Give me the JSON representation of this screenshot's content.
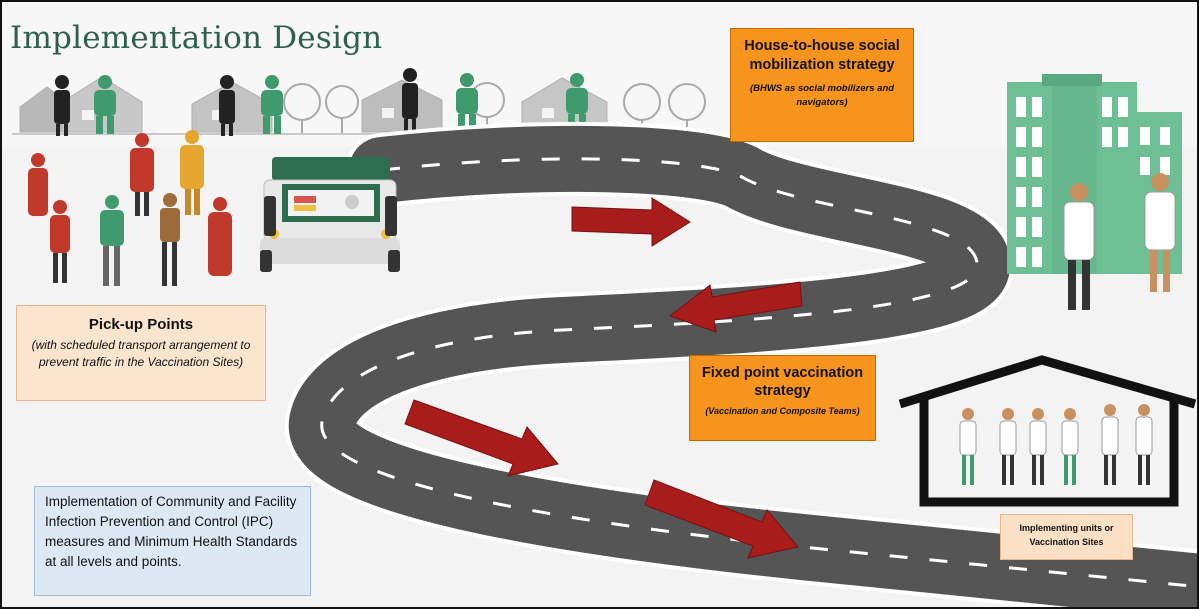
{
  "title": "Implementation Design",
  "house_to_house": {
    "heading": "House-to-house social mobilization strategy",
    "subtitle": "(BHWS as social mobilizers and navigators)"
  },
  "pickup_points": {
    "heading": "Pick-up Points",
    "subtitle": "(with scheduled transport arrangement to prevent traffic in the Vaccination Sites)"
  },
  "fixed_point": {
    "heading": "Fixed point vaccination strategy",
    "subtitle": "(Vaccination and Composite Teams)"
  },
  "ipc_note": {
    "text": "Implementation of Community and Facility Infection Prevention and Control (IPC) measures and Minimum Health Standards at all levels and points."
  },
  "vaccination_sites": {
    "label": "Implementing units or Vaccination Sites"
  },
  "colors": {
    "road": "#555555",
    "road_edge": "#ffffff",
    "arrow": "#a81c1c",
    "orange_box": "#f7941d",
    "peach_box": "#fbe5cf",
    "blue_box": "#dce9f5",
    "building_green": "#6fbf95",
    "jeep_green": "#2e6e4f",
    "title_green": "#2f5f4f"
  },
  "icons": [
    "house-icon",
    "tree-icon",
    "person-icon",
    "health-worker-icon",
    "jeep-icon",
    "hospital-building-icon",
    "doctor-icon",
    "arrow-icon"
  ]
}
